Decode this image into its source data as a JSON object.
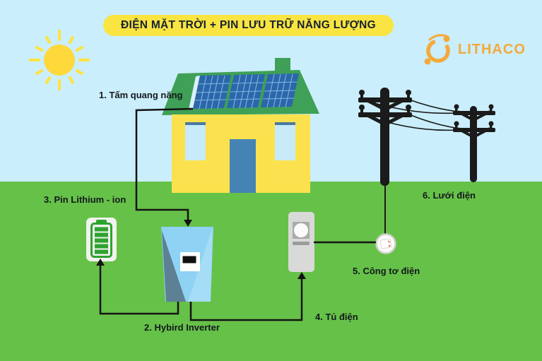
{
  "header": {
    "title": "ĐIỆN MẶT TRỜI + PIN LƯU TRỮ NĂNG LƯỢNG",
    "brand": "LITHACO"
  },
  "components": {
    "solar_panel": {
      "label": "1. Tấm quang năng"
    },
    "hybrid_inverter": {
      "label": "2. Hybird Inverter"
    },
    "lithium_battery": {
      "label": "3. Pin Lithium - ion"
    },
    "electrical_cabinet": {
      "label": "4. Tủ điện"
    },
    "electric_meter": {
      "label": "5. Công tơ điện"
    },
    "power_grid": {
      "label": "6. Lưới điện"
    }
  },
  "icons": {
    "sun": "sun-icon",
    "solar_panels": "solar-panels-icon",
    "battery": "battery-icon",
    "inverter": "inverter-icon",
    "cabinet": "electrical-cabinet-icon",
    "meter": "electric-meter-icon",
    "power_pole": "power-pole-icon",
    "logo_mark": "lithaco-logo-icon"
  },
  "colors": {
    "sky": "#CAEEFB",
    "grass": "#66C149",
    "title_bg": "#F9E442",
    "title_text": "#16222E",
    "logo": "#F4A93B",
    "roof_green": "#3FA057",
    "wall_yellow": "#FCE14E",
    "door_blue": "#4583B5",
    "window_blue": "#C7EBF9",
    "panel_blue": "#2B67AA",
    "battery_green": "#2EA32F",
    "inverter_blue": "#8FD2F3",
    "cabinet_gray": "#D9D9D7",
    "line_black": "#131313",
    "sun_yellow": "#FFD93C"
  }
}
